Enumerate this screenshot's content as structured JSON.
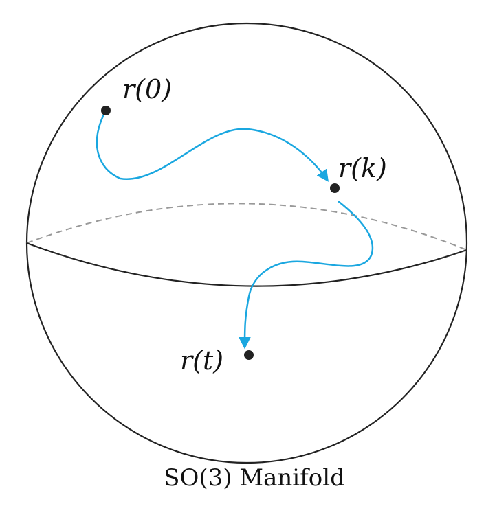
{
  "caption": "SO(3) Manifold",
  "points": [
    {
      "id": "r0",
      "label": "r(0)"
    },
    {
      "id": "rk",
      "label": "r(k)"
    },
    {
      "id": "rt",
      "label": "r(t)"
    }
  ],
  "colors": {
    "sphere_outline": "#222222",
    "equator_back": "#999999",
    "path": "#1aa7e0",
    "point": "#222222",
    "text": "#111111"
  }
}
